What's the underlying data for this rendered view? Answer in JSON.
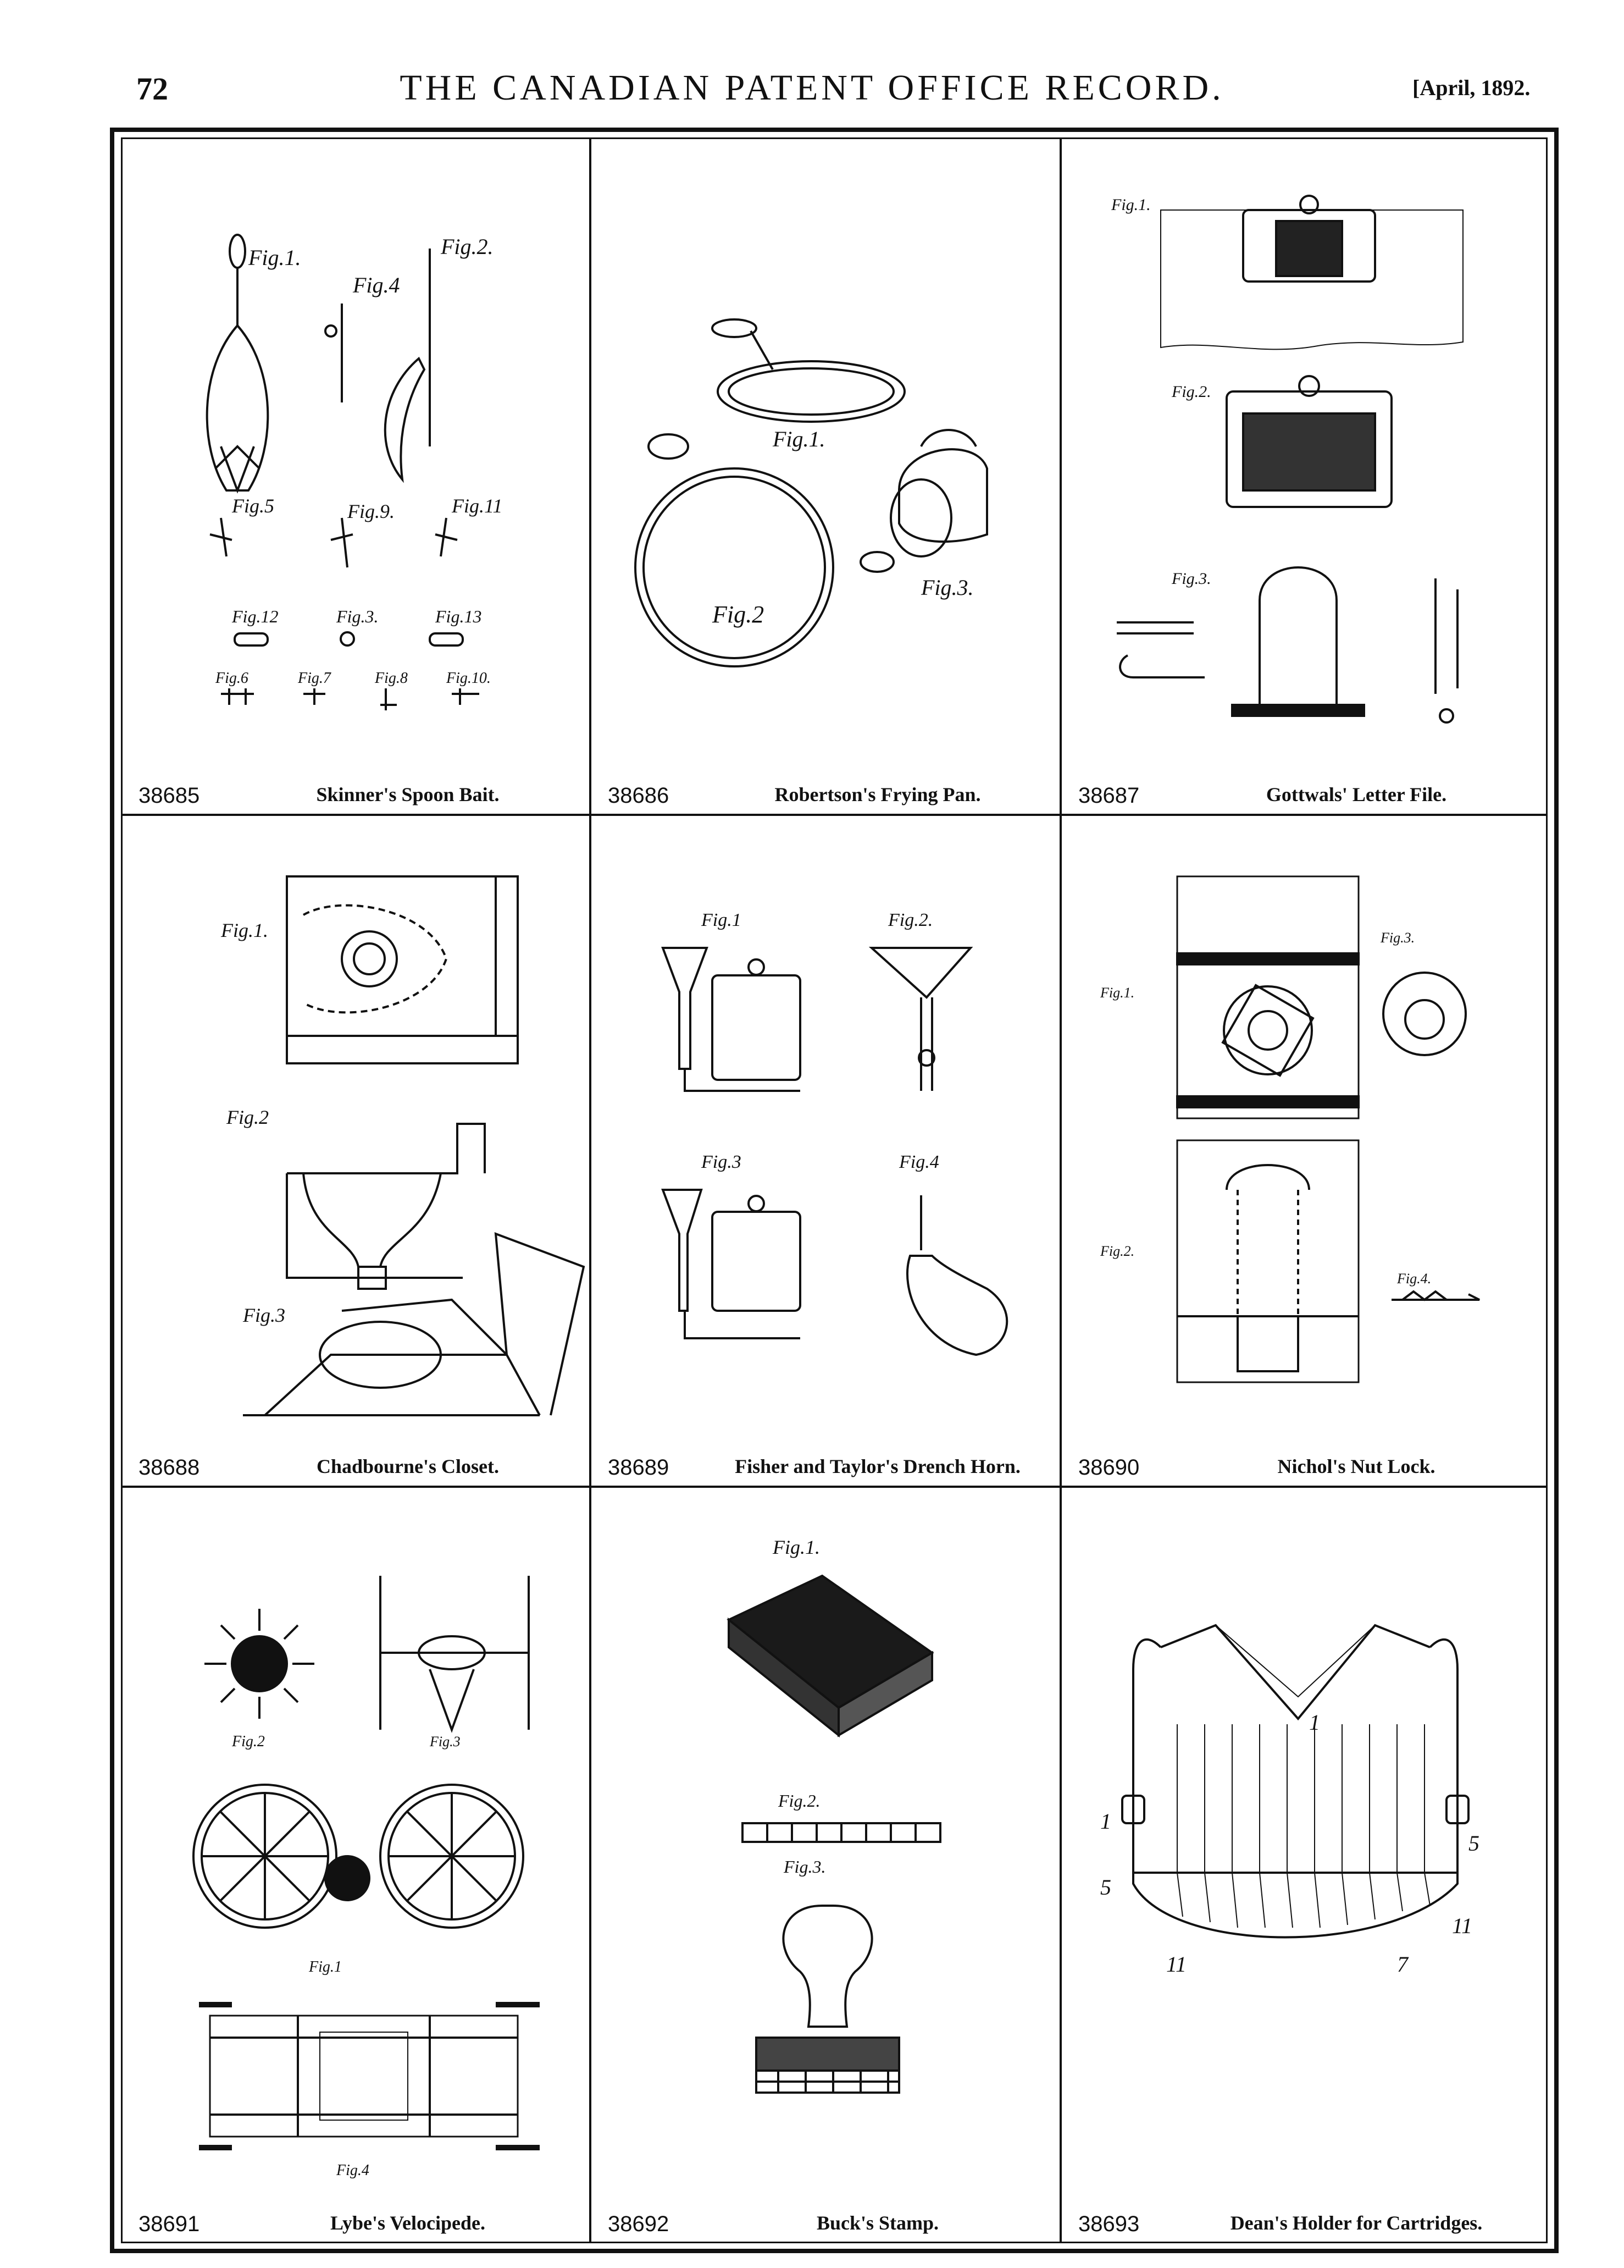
{
  "header": {
    "page_number": "72",
    "journal_title": "THE CANADIAN PATENT OFFICE RECORD.",
    "issue_date": "[April, 1892."
  },
  "patents": [
    {
      "number": "38685",
      "title": "Skinner's Spoon Bait.",
      "fig_labels": [
        "Fig.1.",
        "Fig.4",
        "Fig.2.",
        "Fig.5",
        "Fig.9.",
        "Fig.11",
        "Fig.12",
        "Fig.3.",
        "Fig.13",
        "Fig.6",
        "Fig.7",
        "Fig.8",
        "Fig.10."
      ]
    },
    {
      "number": "38686",
      "title": "Robertson's Frying Pan.",
      "fig_labels": [
        "Fig.1.",
        "Fig.2",
        "Fig.3."
      ]
    },
    {
      "number": "38687",
      "title": "Gottwals' Letter File.",
      "fig_labels": [
        "Fig.1.",
        "Fig.2.",
        "Fig.3."
      ]
    },
    {
      "number": "38688",
      "title": "Chadbourne's Closet.",
      "fig_labels": [
        "Fig.1.",
        "Fig.2",
        "Fig.3"
      ]
    },
    {
      "number": "38689",
      "title": "Fisher and Taylor's Drench Horn.",
      "fig_labels": [
        "Fig.1",
        "Fig.2.",
        "Fig.3",
        "Fig.4"
      ]
    },
    {
      "number": "38690",
      "title": "Nichol's Nut Lock.",
      "fig_labels": [
        "Fig.1.",
        "Fig.3.",
        "Fig.2.",
        "Fig.4."
      ]
    },
    {
      "number": "38691",
      "title": "Lybe's Velocipede.",
      "fig_labels": [
        "Fig.2",
        "Fig.3",
        "Fig.1",
        "Fig.4"
      ]
    },
    {
      "number": "38692",
      "title": "Buck's Stamp.",
      "fig_labels": [
        "Fig.1.",
        "Fig.2.",
        "Fig.3."
      ]
    },
    {
      "number": "38693",
      "title": "Dean's Holder for Cartridges.",
      "fig_labels": [
        "1",
        "1",
        "5",
        "5",
        "11",
        "11",
        "7"
      ]
    }
  ]
}
